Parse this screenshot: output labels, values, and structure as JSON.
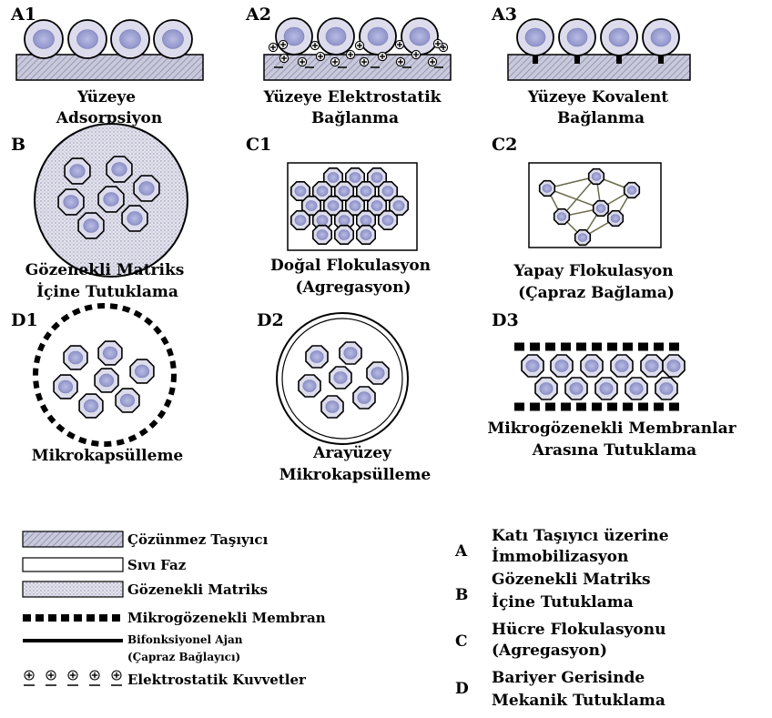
{
  "panels": {
    "a1": {
      "tag": "A1",
      "caption": [
        "Yüzeye",
        "Adsorpsiyon"
      ]
    },
    "a2": {
      "tag": "A2",
      "caption": [
        "Yüzeye Elektrostatik",
        "Bağlanma"
      ]
    },
    "a3": {
      "tag": "A3",
      "caption": [
        "Yüzeye Kovalent",
        "Bağlanma"
      ]
    },
    "b": {
      "tag": "B",
      "caption": [
        "Gözenekli Matriks",
        "İçine Tutuklama"
      ]
    },
    "c1": {
      "tag": "C1",
      "caption": [
        "Doğal Flokulasyon",
        "(Agregasyon)"
      ]
    },
    "c2": {
      "tag": "C2",
      "caption": [
        "Yapay Flokulasyon",
        "(Çapraz Bağlama)"
      ]
    },
    "d1": {
      "tag": "D1",
      "caption": [
        "Mikrokapsülleme"
      ]
    },
    "d2": {
      "tag": "D2",
      "caption": [
        "Arayüzey",
        "Mikrokapsülleme"
      ]
    },
    "d3": {
      "tag": "D3",
      "caption": [
        "Mikrogözenekli Membranlar",
        "Arasına Tutuklama"
      ]
    }
  },
  "legend": [
    {
      "symbol": "hatched-box",
      "label": [
        "Çözünmez Taşıyıcı"
      ]
    },
    {
      "symbol": "empty-box",
      "label": [
        "Sıvı Faz"
      ]
    },
    {
      "symbol": "dotted-box",
      "label": [
        "Gözenekli Matriks"
      ]
    },
    {
      "symbol": "dashed-line",
      "label": [
        "Mikrogözenekli Membran"
      ]
    },
    {
      "symbol": "solid-bar",
      "label": [
        "Bifonksiyonel Ajan",
        "(Çapraz Bağlayıcı)"
      ]
    },
    {
      "symbol": "plus-signs",
      "label": [
        "Elektrostatik Kuvvetler"
      ]
    }
  ],
  "categories": [
    {
      "letter": "A",
      "label": [
        "Katı Taşıyıcı üzerine",
        "İmmobilizasyon"
      ]
    },
    {
      "letter": "B",
      "label": [
        "Gözenekli Matriks",
        "İçine Tutuklama"
      ]
    },
    {
      "letter": "C",
      "label": [
        "Hücre Flokulasyonu",
        "(Agregasyon)"
      ]
    },
    {
      "letter": "D",
      "label": [
        "Bariyer Gerisinde",
        "Mekanik Tutuklama"
      ]
    }
  ],
  "colors": {
    "cell_fill": "#dcdcec",
    "cell_nucleus": "#8f93c8",
    "support_fill": "#c9c9dc",
    "support_hatch": "#8c8ca8",
    "matrix_fill": "#e4e4ee",
    "matrix_dot": "#8a8aa8",
    "ink": "#000000"
  }
}
